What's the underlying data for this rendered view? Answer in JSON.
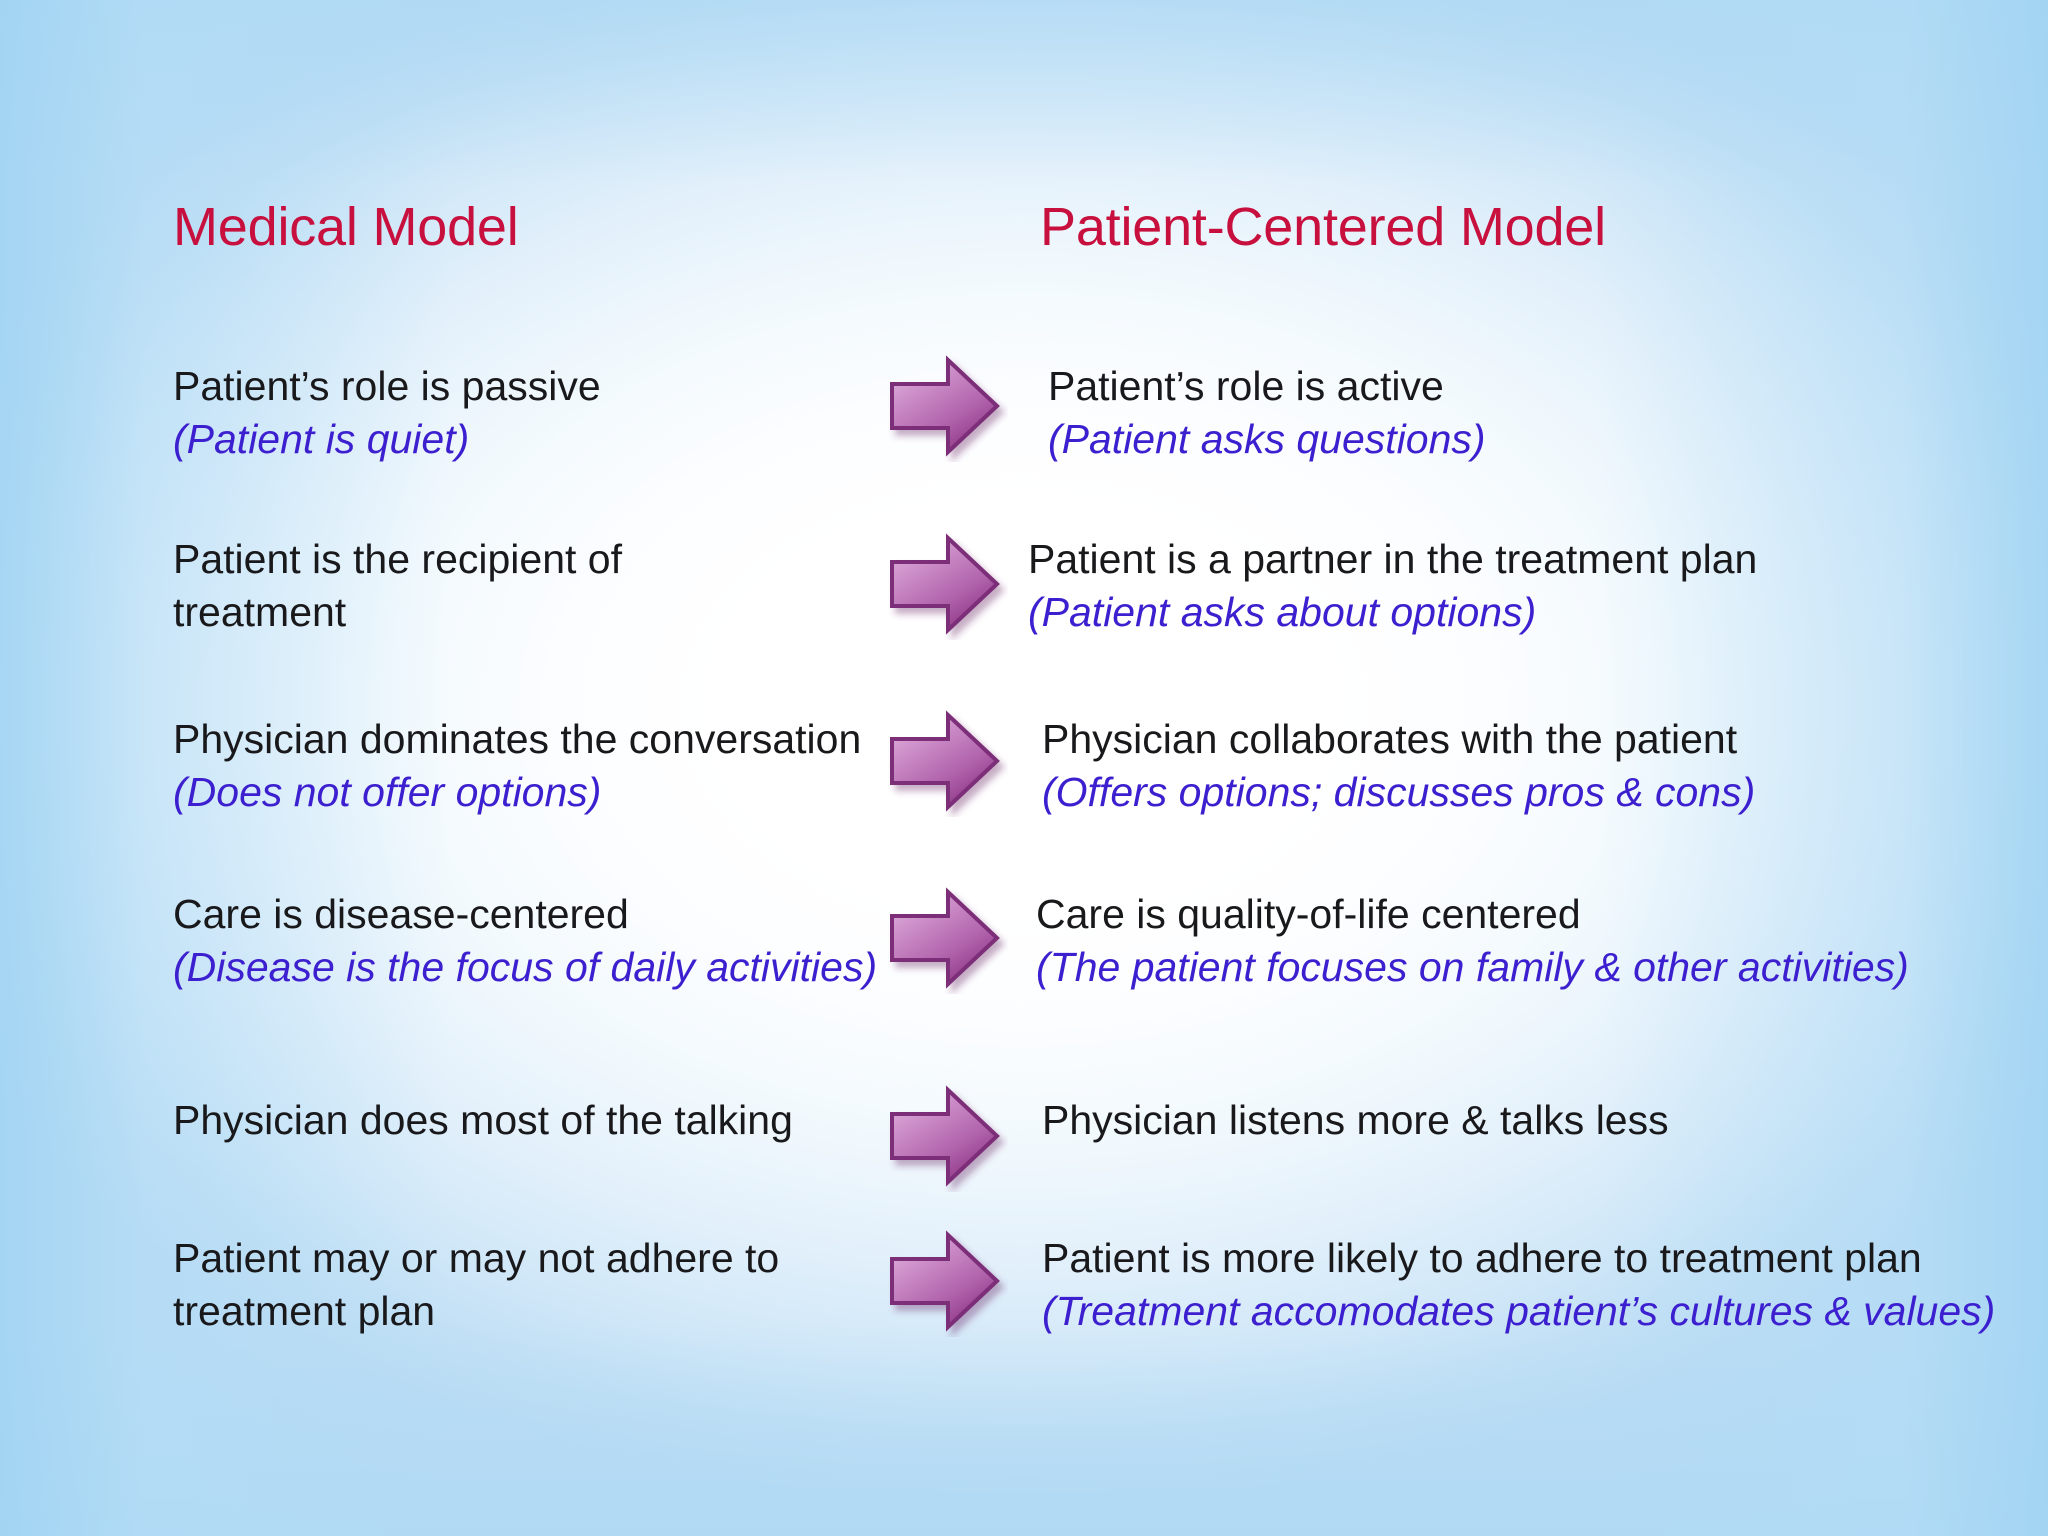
{
  "slide": {
    "headings": {
      "left": "Medical Model",
      "right": "Patient-Centered Model"
    },
    "colors": {
      "heading": "#c8103f",
      "main_text": "#19191c",
      "sub_text": "#3c1fcf",
      "arrow_fill_light": "#d59ad2",
      "arrow_fill_dark": "#9c3f92",
      "arrow_outline": "#7b2d78",
      "background_edge": "#bbdcf4",
      "background_center": "#ffffff"
    },
    "arrow_icon": "right-block-arrow-icon",
    "rows": [
      {
        "left_main": "Patient’s role is passive",
        "left_sub": "(Patient is quiet)",
        "right_main": "Patient’s role is active",
        "right_sub": "(Patient asks questions)",
        "right_indent": 20
      },
      {
        "left_main": "Patient is the recipient of",
        "left_sub": "treatment",
        "right_main": "Patient is a partner in the treatment plan",
        "right_sub": "(Patient asks about options)",
        "right_indent": 0
      },
      {
        "left_main": "Physician dominates the conversation",
        "left_sub": "(Does not offer options)",
        "right_main": "Physician collaborates with the patient",
        "right_sub": "(Offers options; discusses pros & cons)",
        "right_indent": 14
      },
      {
        "left_main": "Care is disease-centered",
        "left_sub": "(Disease is the focus of daily activities)",
        "right_main": "Care is quality-of-life centered",
        "right_sub": "(The patient focuses on family & other activities)",
        "right_indent": 8
      },
      {
        "left_main": "Physician does most of the talking",
        "left_sub": "",
        "right_main": "Physician listens more & talks less",
        "right_sub": "",
        "right_indent": 14
      },
      {
        "left_main": "Patient may or may not adhere to",
        "left_sub": "treatment plan",
        "right_main": "Patient is more likely to adhere to treatment plan",
        "right_sub": "(Treatment accomodates patient’s cultures & values)",
        "right_indent": 14
      }
    ]
  }
}
